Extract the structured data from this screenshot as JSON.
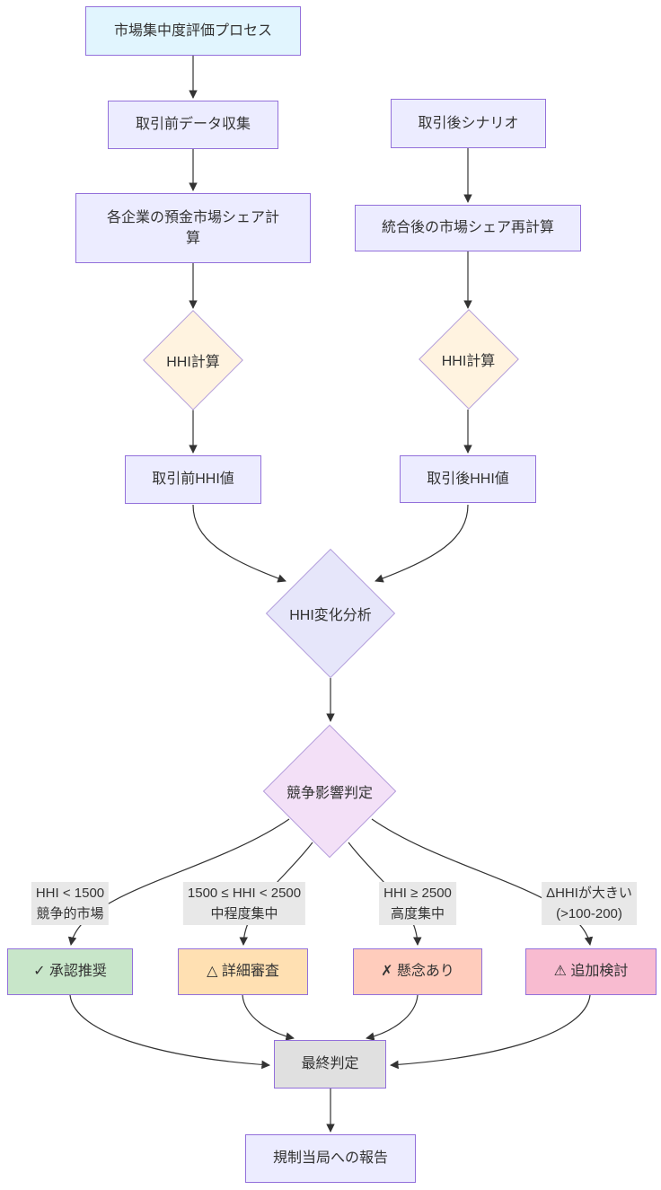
{
  "diagram": {
    "type": "flowchart",
    "direction": "top-down",
    "title_node": "市場集中度評価プロセス"
  },
  "nodes": {
    "start": {
      "label": "市場集中度評価プロセス",
      "fill": "#E1F5FE",
      "shape": "rect"
    },
    "pre_data": {
      "label": "取引前データ収集",
      "fill": "#ECECFF",
      "shape": "rect"
    },
    "post_scenario": {
      "label": "取引後シナリオ",
      "fill": "#ECECFF",
      "shape": "rect"
    },
    "pre_share": {
      "label": "各企業の預金市場シェア計算",
      "fill": "#ECECFF",
      "shape": "rect"
    },
    "post_share": {
      "label": "統合後の市場シェア再計算",
      "fill": "#ECECFF",
      "shape": "rect"
    },
    "hhi_calc_pre": {
      "label": "HHI計算",
      "fill": "#FFF3E0",
      "shape": "diamond"
    },
    "hhi_calc_post": {
      "label": "HHI計算",
      "fill": "#FFF3E0",
      "shape": "diamond"
    },
    "pre_hhi": {
      "label": "取引前HHI値",
      "fill": "#ECECFF",
      "shape": "rect"
    },
    "post_hhi": {
      "label": "取引後HHI値",
      "fill": "#ECECFF",
      "shape": "rect"
    },
    "hhi_change": {
      "label": "HHI変化分析",
      "fill": "#E6E6FA",
      "shape": "diamond"
    },
    "impact": {
      "label": "競争影響判定",
      "fill": "#F3E0F7",
      "shape": "diamond"
    },
    "approve": {
      "label": "✓ 承認推奨",
      "fill": "#C8E6C9",
      "shape": "rect"
    },
    "review": {
      "label": "△ 詳細審査",
      "fill": "#FFE0B2",
      "shape": "rect"
    },
    "concern": {
      "label": "✗ 懸念あり",
      "fill": "#FFCCBC",
      "shape": "rect"
    },
    "additional": {
      "label": "⚠ 追加検討",
      "fill": "#F8BBD0",
      "shape": "rect"
    },
    "final": {
      "label": "最終判定",
      "fill": "#E0E0E0",
      "shape": "rect"
    },
    "report": {
      "label": "規制当局への報告",
      "fill": "#ECECFF",
      "shape": "rect"
    }
  },
  "edge_labels": {
    "competitive": {
      "line1": "HHI < 1500",
      "line2": "競争的市場"
    },
    "moderate": {
      "line1": "1500 ≤ HHI < 2500",
      "line2": "中程度集中"
    },
    "high": {
      "line1": "HHI ≥ 2500",
      "line2": "高度集中"
    },
    "delta": {
      "line1": "ΔHHIが大きい",
      "line2": "(>100-200)"
    }
  },
  "edges": [
    {
      "from": "start",
      "to": "pre_data"
    },
    {
      "from": "pre_data",
      "to": "pre_share"
    },
    {
      "from": "post_scenario",
      "to": "post_share"
    },
    {
      "from": "pre_share",
      "to": "hhi_calc_pre"
    },
    {
      "from": "post_share",
      "to": "hhi_calc_post"
    },
    {
      "from": "hhi_calc_pre",
      "to": "pre_hhi"
    },
    {
      "from": "hhi_calc_post",
      "to": "post_hhi"
    },
    {
      "from": "pre_hhi",
      "to": "hhi_change"
    },
    {
      "from": "post_hhi",
      "to": "hhi_change"
    },
    {
      "from": "hhi_change",
      "to": "impact"
    },
    {
      "from": "impact",
      "to": "approve",
      "label": "HHI < 1500 競争的市場"
    },
    {
      "from": "impact",
      "to": "review",
      "label": "1500 ≤ HHI < 2500 中程度集中"
    },
    {
      "from": "impact",
      "to": "concern",
      "label": "HHI ≥ 2500 高度集中"
    },
    {
      "from": "impact",
      "to": "additional",
      "label": "ΔHHIが大きい (>100-200)"
    },
    {
      "from": "approve",
      "to": "final"
    },
    {
      "from": "review",
      "to": "final"
    },
    {
      "from": "concern",
      "to": "final"
    },
    {
      "from": "additional",
      "to": "final"
    },
    {
      "from": "final",
      "to": "report"
    }
  ],
  "colors": {
    "node_border": "#9370DB",
    "edge_stroke": "#333333",
    "edge_label_bg": "#e8e8e8",
    "text": "#333333",
    "start_fill": "#E1F5FE",
    "default_fill": "#ECECFF",
    "calc_fill": "#FFF3E0",
    "change_fill": "#E6E6FA",
    "impact_fill": "#F3E0F7",
    "approve_fill": "#C8E6C9",
    "review_fill": "#FFE0B2",
    "concern_fill": "#FFCCBC",
    "additional_fill": "#F8BBD0",
    "final_fill": "#E0E0E0"
  }
}
